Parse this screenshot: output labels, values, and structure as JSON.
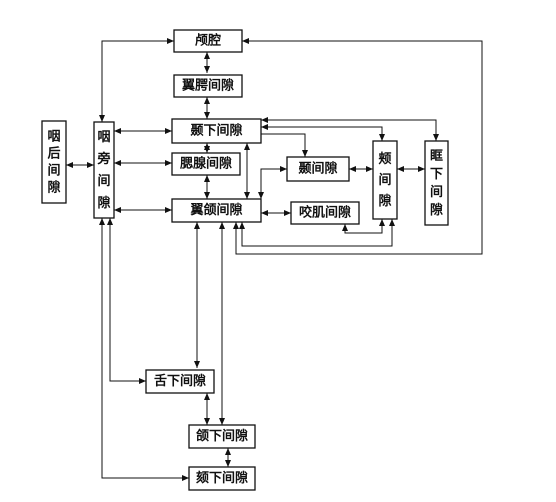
{
  "spaces": {
    "skull_base": "颅腔",
    "pterygopalatine": "翼腭间隙",
    "infratemporal": "颞下间隙",
    "parotid": "腮腺间隙",
    "pterygomandibular": "翼颌间隙",
    "temporal": "颞间隙",
    "masseteric": "咬肌间隙",
    "buccal": "颊间隙",
    "infraorbital": "眶下间隙",
    "retropharyngeal": "咽后间隙",
    "parapharyngeal": "咽旁间隙",
    "sublingual": "舌下间隙",
    "submandibular": "颌下间隙",
    "submental": "颏下间隙"
  },
  "colors": {
    "line": "#111111",
    "box_fill": "#ffffff",
    "text": "#111111"
  }
}
